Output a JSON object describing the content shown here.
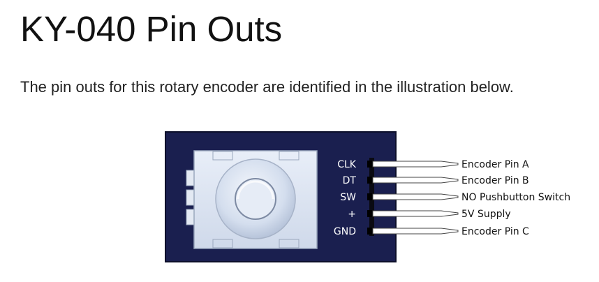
{
  "title": "KY-040 Pin Outs",
  "intro": "The pin outs for this rotary encoder are identified in the illustration below.",
  "pins": [
    {
      "label": "CLK",
      "description": "Encoder Pin A"
    },
    {
      "label": "DT",
      "description": "Encoder Pin B"
    },
    {
      "label": "SW",
      "description": "NO Pushbutton Switch"
    },
    {
      "label": "+",
      "description": "5V Supply"
    },
    {
      "label": "GND",
      "description": "Encoder Pin C"
    }
  ],
  "colors": {
    "board": "#1a1f4f",
    "encoder_body": "#dde6f4",
    "pin_fill": "#ffffff",
    "text": "#111111"
  }
}
